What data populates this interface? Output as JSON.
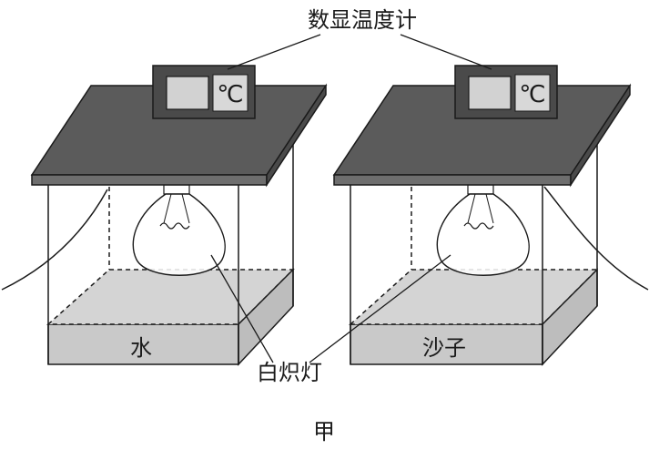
{
  "labels": {
    "thermometer": "数显温度计",
    "bulb": "白炽灯",
    "figure": "甲"
  },
  "setups": [
    {
      "material": "水",
      "unit": "℃"
    },
    {
      "material": "沙子",
      "unit": "℃"
    }
  ],
  "colors": {
    "lid": "#5b5b5b",
    "lid_edge": "#6e6e6e",
    "liquid": "#c9c9c9",
    "thermometer_body": "#4a4a4a",
    "display": "#d2d2d2",
    "stroke": "#1a1a1a"
  },
  "icons": [
    "incandescent-bulb-icon",
    "digital-thermometer-icon"
  ]
}
